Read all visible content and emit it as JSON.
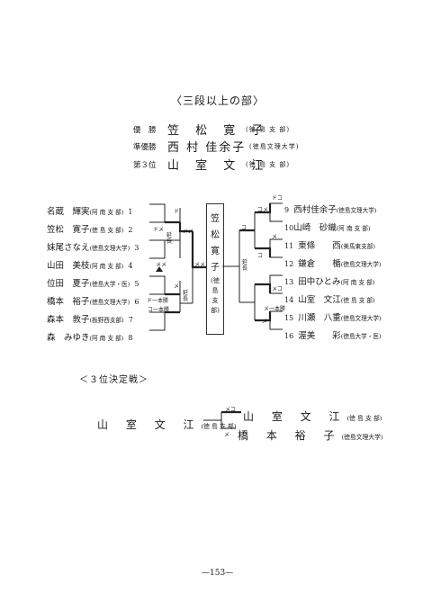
{
  "section_title": "〈三段以上の部〉",
  "results": [
    {
      "rank": "優　勝",
      "name": "笠 松 寛 子",
      "org": "(徳 島 支 部)"
    },
    {
      "rank": "準優勝",
      "name": "西 村 佳余子",
      "org": "(徳島文理大学)"
    },
    {
      "rank": "第３位",
      "name": "山 室 文 江",
      "org": "(徳 島 支 部)"
    }
  ],
  "left_players": [
    {
      "name": "名蔵　輝実",
      "org": "(阿 南 支 部)",
      "num": "1"
    },
    {
      "name": "笠松　寛子",
      "org": "(徳 島 支 部)",
      "num": "2"
    },
    {
      "name": "妹尾さなえ",
      "org": "(徳島文理大学)",
      "num": "3"
    },
    {
      "name": "山田　美枝",
      "org": "(阿 南 支 部)",
      "num": "4"
    },
    {
      "name": "位田　夏子",
      "org": "(徳島大学・医)",
      "num": "5"
    },
    {
      "name": "橋本　裕子",
      "org": "(徳島文理大学)",
      "num": "6"
    },
    {
      "name": "森本　敦子",
      "org": "(板野西支部)",
      "num": "7"
    },
    {
      "name": "森　みゆき",
      "org": "(阿 南 支 部)",
      "num": "8"
    }
  ],
  "right_players": [
    {
      "num": "9",
      "name": "西村佳余子",
      "org": "(徳島文理大学)"
    },
    {
      "num": "10",
      "name": "山崎　砂織",
      "org": "(阿 南 支 部)"
    },
    {
      "num": "11",
      "name": "東條　　西",
      "org": "(美馬東支部)"
    },
    {
      "num": "12",
      "name": "鎌倉　　楯",
      "org": "(徳島文理大学)"
    },
    {
      "num": "13",
      "name": "田中ひとみ",
      "org": "(阿 南 支 部)"
    },
    {
      "num": "14",
      "name": "山室　文江",
      "org": "(徳 島 支 部)"
    },
    {
      "num": "15",
      "name": "川瀬　八重",
      "org": "(徳島文理大学)"
    },
    {
      "num": "16",
      "name": "渥美　　彩",
      "org": "(徳島大学・医)"
    }
  ],
  "champion_box": {
    "chars": [
      "笠",
      "松",
      "寛",
      "子"
    ],
    "org_chars": [
      "(徳",
      "島",
      "支",
      "部)"
    ]
  },
  "marks": {
    "d": "ド",
    "dome": "ドメ",
    "me": "メ",
    "meme": "メメ",
    "ko": "コ",
    "kome": "コメ",
    "enchou": "延長",
    "extension": "延長",
    "d_ippon": "ド一本勝",
    "ko_ippon": "コ一本勝",
    "me_ippon": "メ一本勝",
    "meko": "メコ",
    "doko": "ドコ",
    "enchou_r": "延長",
    "triangle": "▲"
  },
  "third_place": {
    "heading": "＜３位決定戦＞",
    "left": {
      "name": "山 室 文 江",
      "org": "(徳 島 支 部)"
    },
    "winner": {
      "name": "山 室 文 江",
      "org": "(徳 島 支 部)"
    },
    "loser": {
      "name": "橋 本 裕 子",
      "org": "(徳島文理大学)"
    },
    "mark_top": "メコ",
    "mark_bottom": "メ"
  },
  "page_number": "—153—"
}
